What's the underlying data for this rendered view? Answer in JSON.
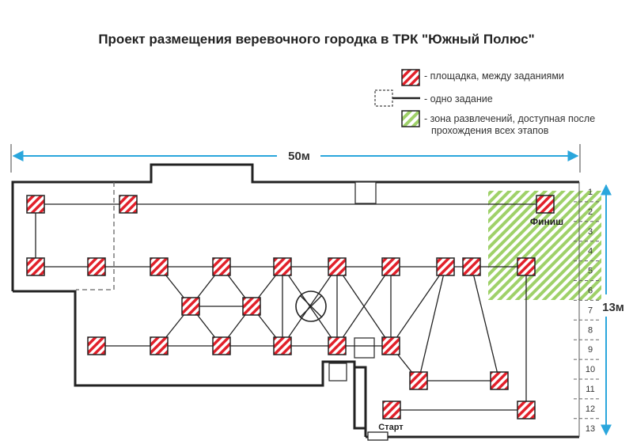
{
  "title": "Проект размещения веревочного городка в ТРК \"Южный Полюс\"",
  "legend": [
    {
      "symbol": "hatched-red-square",
      "text": "- площадка, между заданиями"
    },
    {
      "symbol": "dashed-square-with-line",
      "text": "- одно задание"
    },
    {
      "symbol": "hatched-green-square",
      "text_line1": "- зона развлечений, доступная после",
      "text_line2": "прохождения всех этапов"
    }
  ],
  "dimensions": {
    "width_label": "50м",
    "height_label": "13м"
  },
  "labels": {
    "finish": "Финиш",
    "start": "Старт"
  },
  "scale": [
    "1",
    "2",
    "3",
    "4",
    "5",
    "6",
    "7",
    "8",
    "9",
    "10",
    "11",
    "12",
    "13"
  ],
  "colors": {
    "red": "#e2202a",
    "green": "#9fd169",
    "blue": "#2aa6dc",
    "wall": "#222222"
  }
}
